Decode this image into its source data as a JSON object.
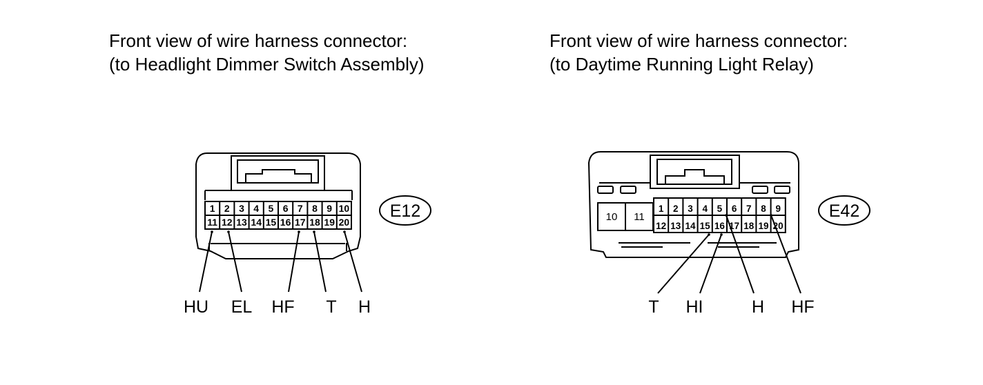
{
  "connectors": [
    {
      "title_line1": "Front view of wire harness connector:",
      "title_line2": "(to Headlight Dimmer Switch Assembly)",
      "code": "E12",
      "pins_top": [
        "1",
        "2",
        "3",
        "4",
        "5",
        "6",
        "7",
        "8",
        "9",
        "10"
      ],
      "pins_bottom": [
        "11",
        "12",
        "13",
        "14",
        "15",
        "16",
        "17",
        "18",
        "19",
        "20"
      ],
      "signals": [
        "HU",
        "EL",
        "HF",
        "T",
        "H"
      ]
    },
    {
      "title_line1": "Front view of wire harness connector:",
      "title_line2": "(to Daytime Running Light Relay)",
      "code": "E42",
      "pins_large": [
        "10",
        "11"
      ],
      "pins_top": [
        "1",
        "2",
        "3",
        "4",
        "5",
        "6",
        "7",
        "8",
        "9"
      ],
      "pins_bottom": [
        "12",
        "13",
        "14",
        "15",
        "16",
        "17",
        "18",
        "19",
        "20"
      ],
      "signals": [
        "T",
        "HI",
        "H",
        "HF"
      ]
    }
  ]
}
